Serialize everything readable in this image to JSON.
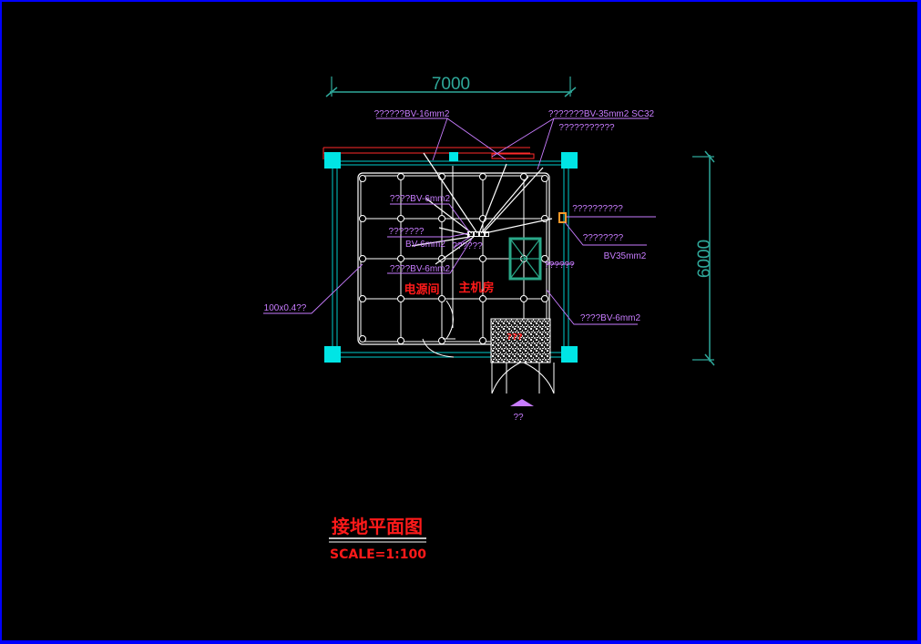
{
  "drawing": {
    "dim_horizontal": "7000",
    "dim_vertical": "6000",
    "labels": {
      "bv16": "??????BV-16mm2",
      "bv35_sc32": "???????BV-35mm2 SC32",
      "bv35_sub": "???????????",
      "bv6_a": "????BV-6mm2",
      "q7": "???????",
      "bv6_b": "BV-6mm2",
      "q6_center": "??????",
      "bv6_c": "????BV-6mm2",
      "q10_right": "??????????",
      "q8_right": "????????",
      "bv35_right": "BV35mm2",
      "q6_right": "??????",
      "bv6_right": "????BV-6mm2",
      "steel_strip": "100x0.4??",
      "door_red": "???",
      "entrance": "??"
    },
    "rooms": {
      "power_room": "电源间",
      "host_room": "主机房"
    },
    "title": "接地平面图",
    "scale": "SCALE=1:100"
  }
}
